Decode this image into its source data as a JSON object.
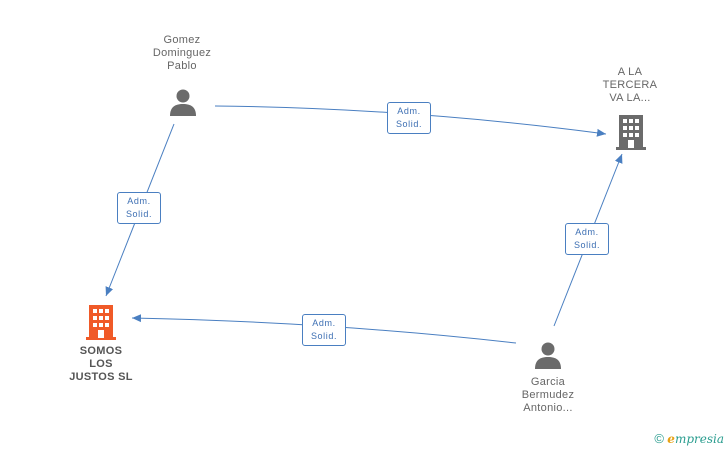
{
  "colors": {
    "edge": "#4a7fc1",
    "person_icon": "#6b6b6b",
    "company_icon": "#6b6b6b",
    "highlight_company_icon": "#f05a28"
  },
  "nodes": {
    "gomez": {
      "lines": [
        "Gomez",
        "Dominguez",
        "Pablo"
      ],
      "icon": "person-icon"
    },
    "tercera": {
      "lines": [
        "A LA",
        "TERCERA",
        "VA LA..."
      ],
      "icon": "building-icon"
    },
    "somos": {
      "lines": [
        "SOMOS",
        "LOS",
        "JUSTOS SL"
      ],
      "icon": "building-icon"
    },
    "garcia": {
      "lines": [
        "Garcia",
        "Bermudez",
        "Antonio..."
      ],
      "icon": "person-icon"
    }
  },
  "edges": {
    "gomez_tercera": {
      "lines": [
        "Adm.",
        "Solid."
      ]
    },
    "gomez_somos": {
      "lines": [
        "Adm.",
        "Solid."
      ]
    },
    "garcia_tercera": {
      "lines": [
        "Adm.",
        "Solid."
      ]
    },
    "garcia_somos": {
      "lines": [
        "Adm.",
        "Solid."
      ]
    }
  },
  "watermark": {
    "copyright": "©",
    "brand_initial": "e",
    "brand_rest": "mpresia"
  }
}
